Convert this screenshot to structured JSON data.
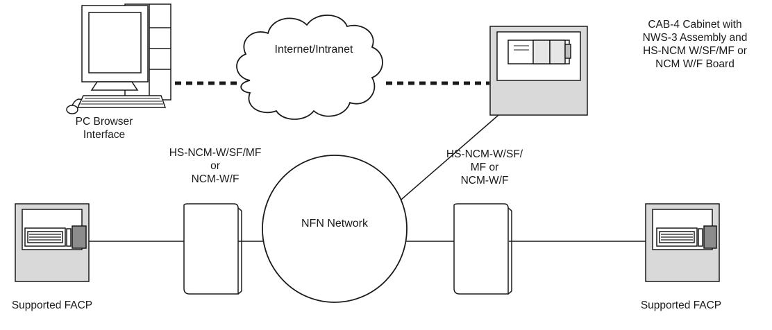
{
  "pc": {
    "label_lines": [
      "PC Browser",
      "Interface"
    ]
  },
  "cloud": {
    "label": "Internet/Intranet"
  },
  "cabinet": {
    "label_lines": [
      "CAB-4 Cabinet with",
      "NWS-3 Assembly and",
      "HS-NCM W/SF/MF or",
      "NCM W/F Board"
    ]
  },
  "network": {
    "label": "NFN Network"
  },
  "left_module": {
    "label_lines": [
      "HS-NCM-W/SF/MF",
      "or",
      "NCM-W/F"
    ]
  },
  "right_module": {
    "label_lines": [
      "HS-NCM-W/SF/",
      "MF or",
      "NCM-W/F"
    ]
  },
  "left_facp": {
    "label": "Supported FACP"
  },
  "right_facp": {
    "label": "Supported FACP"
  },
  "colors": {
    "line": "#1a1a1a",
    "panel_fill": "#d9d9d9",
    "display_fill": "#8c8c8c",
    "background": "#ffffff"
  }
}
